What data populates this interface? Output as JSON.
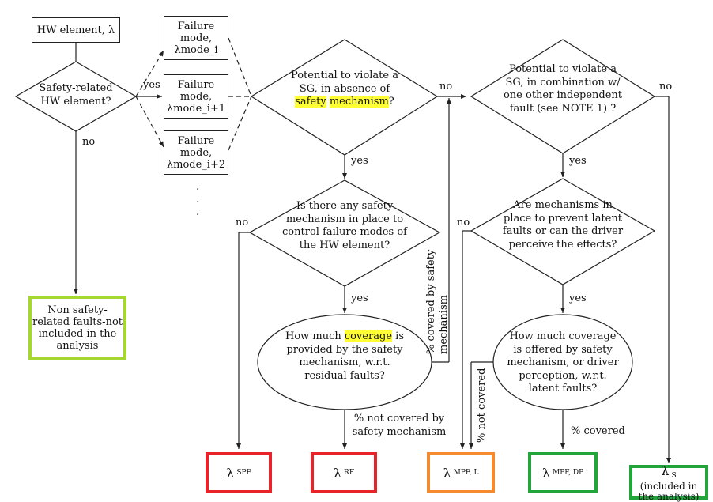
{
  "hw_element": "HW element, λ",
  "decision_safety_related": "Safety-related HW element?",
  "failure_modes": [
    "Failure mode, λmode_i",
    "Failure mode, λmode_i+1",
    "Failure mode, λmode_i+2"
  ],
  "decision_violate_sg": {
    "pre": "Potential to violate a SG, in absence of ",
    "hl1": "safety",
    "hl2": "mechanism",
    "post": "?"
  },
  "decision_violate_sg_combination": "Potential to violate a SG, in combination w/ one other independent fault (see NOTE 1) ?",
  "decision_safety_mechanism": "Is there any safety mechanism in place to control failure modes of the HW element?",
  "decision_latent": "Are mechanisms in place to prevent latent faults or can the driver perceive the effects?",
  "question_coverage_rf": {
    "pre": "How much ",
    "hl": "coverage",
    "post": " is provided by the safety mechanism, w.r.t. residual faults?"
  },
  "question_coverage_latent": "How much coverage is offered by safety mechanism, or driver perception, w.r.t. latent faults?",
  "non_safety_box": "Non safety-related faults-not included in the analysis",
  "labels": {
    "yes": "yes",
    "no": "no",
    "covered_by_sm": "% covered by safety mechanism",
    "not_covered_by_sm": "% not covered by safety mechanism",
    "not_covered": "% not covered",
    "covered": "% covered"
  },
  "outcomes": {
    "spf": {
      "symbol": "λ",
      "sub": "SPF",
      "color": "#e8232a"
    },
    "rf": {
      "symbol": "λ",
      "sub": "RF",
      "color": "#e8232a"
    },
    "mpf_l": {
      "symbol": "λ",
      "sub": "MPF, L",
      "color": "#f58a2e"
    },
    "mpf_dp": {
      "symbol": "λ",
      "sub": "MPF, DP",
      "color": "#22a63c"
    },
    "s": {
      "symbol": "λ",
      "sub": "S",
      "note": "(included in the analysis)",
      "color": "#22a63c"
    }
  }
}
